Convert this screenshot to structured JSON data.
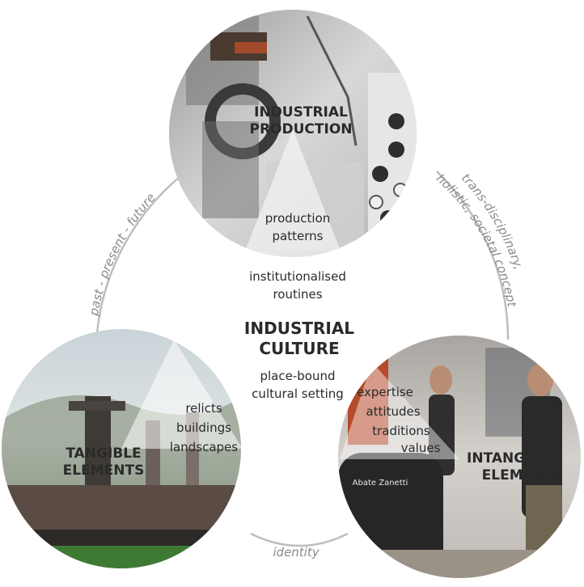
{
  "diagram": {
    "circles": {
      "top": {
        "title_line1": "INDUSTRIAL",
        "title_line2": "PRODUCTION",
        "inner_line1": "production",
        "inner_line2": "patterns"
      },
      "bottom_left": {
        "title_line1": "TANGIBLE",
        "title_line2": "ELEMENTS",
        "inner_line1": "relicts",
        "inner_line2": "buildings",
        "inner_line3": "landscapes"
      },
      "bottom_right": {
        "title_line1": "INTANGIBLE",
        "title_line2": "ELEMENTS",
        "inner_line1": "expertise",
        "inner_line2": "attitudes",
        "inner_line3": "traditions",
        "inner_line4": "values"
      }
    },
    "center": {
      "routines_line1": "institutionalised",
      "routines_line2": "routines",
      "title_line1": "INDUSTRIAL",
      "title_line2": "CULTURE",
      "setting_line1": "place-bound",
      "setting_line2": "cultural setting"
    },
    "arc_labels": {
      "left": "past - present - future",
      "right_line1": "trans-disciplinary,",
      "right_line2": "holistic, societal concept",
      "bottom": "identity"
    },
    "photo_logo_text": "Abate Zanetti"
  },
  "colors": {
    "text": "#2a2a2a",
    "arc": "#bdbdbd",
    "arc_text": "#8a8a8a",
    "overlay": "#ffffff"
  }
}
